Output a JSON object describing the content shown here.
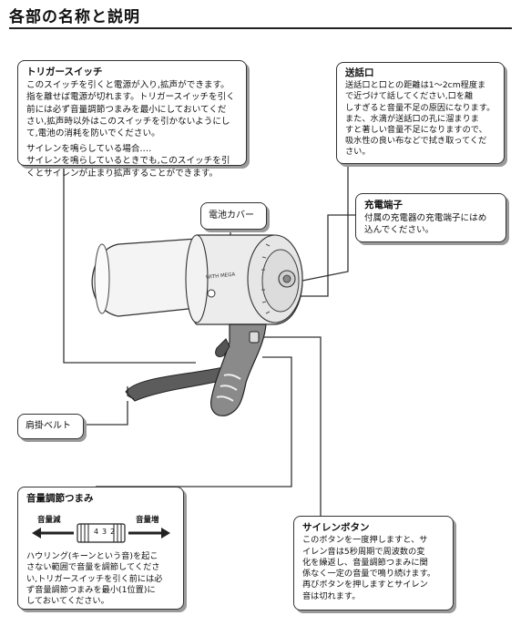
{
  "page_title": "各部の名称と説明",
  "trigger": {
    "heading": "トリガースイッチ",
    "text1": "このスイッチを引くと電源が入り,拡声ができます。\n指を離せば電源が切れます。トリガースイッチを引く\n前には必ず音量調節つまみを最小にしておいてくだ\nさい,拡声時以外はこのスイッチを引かないようにし\nて,電池の消耗を防いでください。",
    "subheading": "サイレンを鳴らしている場合‥‥",
    "text2": "サイレンを鳴らしているときでも,このスイッチを引\nくとサイレンが止まり拡声することができます。"
  },
  "mouthpiece": {
    "heading": "送話口",
    "text": "送話口と口との距離は1〜2cm程度ま\nで近づけて話してください,口を離\nしすぎると音量不足の原因になります。\nまた、水滴が送話口の孔に溜まりま\nすと著しい音量不足になりますので、\n吸水性の良い布などで拭き取ってくだ\nさい。"
  },
  "battery_cover": {
    "label": "電池カバー"
  },
  "charge_terminal": {
    "heading": "充電端子",
    "text": "付属の充電器の充電端子にはめ\n込んでください。"
  },
  "shoulder_belt": {
    "label": "肩掛ベルト"
  },
  "volume": {
    "heading": "音量調節つまみ",
    "label_down": "音量減",
    "label_up": "音量増",
    "dial_numbers": [
      "4",
      "3",
      "2"
    ],
    "text": "ハウリング(キーンという音)を起こ\nさない範囲で音量を調節してくださ\nい,トリガースイッチを引く前には必\nず音量調節つまみを最小(1位置)に\nしておいてください。"
  },
  "siren": {
    "heading": "サイレンボタン",
    "text": "このボタンを一度押しますと、サ\nイレン音は5秒周期で周波数の変\n化を繰返し、音量調節つまみに関\n係なく一定の音量で鳴り続けます。\n再びボタンを押しますとサイレン\n音は切れます。"
  },
  "device_logo": "WITH MEGA"
}
